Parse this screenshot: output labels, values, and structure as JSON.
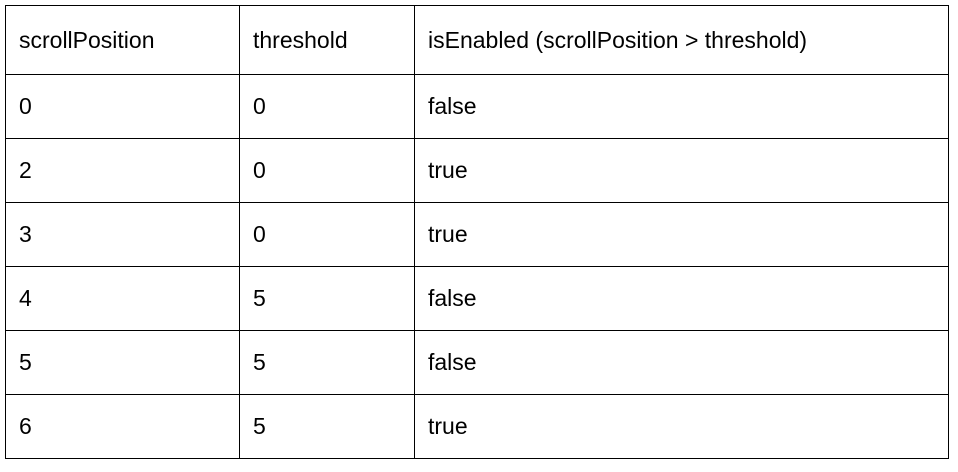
{
  "table": {
    "headers": [
      "scrollPosition",
      "threshold",
      "isEnabled (scrollPosition > threshold)"
    ],
    "rows": [
      [
        "0",
        "0",
        "false"
      ],
      [
        "2",
        "0",
        "true"
      ],
      [
        "3",
        "0",
        "true"
      ],
      [
        "4",
        "5",
        "false"
      ],
      [
        "5",
        "5",
        "false"
      ],
      [
        "6",
        "5",
        "true"
      ]
    ]
  },
  "colors": {
    "background": "#ffffff",
    "text": "#000000",
    "border": "#000000"
  }
}
